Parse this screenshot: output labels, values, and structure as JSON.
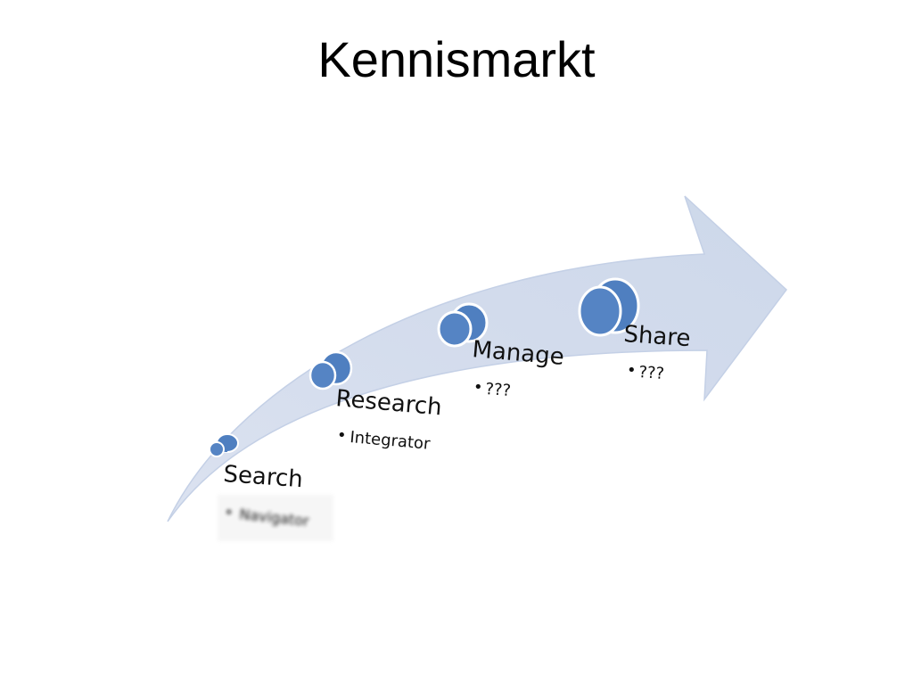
{
  "slide": {
    "title": "Kennismarkt"
  },
  "colors": {
    "arrow_fill": "#d3dcec",
    "arrow_edge": "#b8c6de",
    "cylinder_fill": "#4f7fc0",
    "cylinder_stroke": "#ffffff"
  },
  "stages": [
    {
      "name": "Search",
      "sub": "Navigator",
      "sub_blurred": true
    },
    {
      "name": "Research",
      "sub": "Integrator",
      "sub_blurred": false
    },
    {
      "name": "Manage",
      "sub": "???",
      "sub_blurred": false
    },
    {
      "name": "Share",
      "sub": "???",
      "sub_blurred": false
    }
  ]
}
